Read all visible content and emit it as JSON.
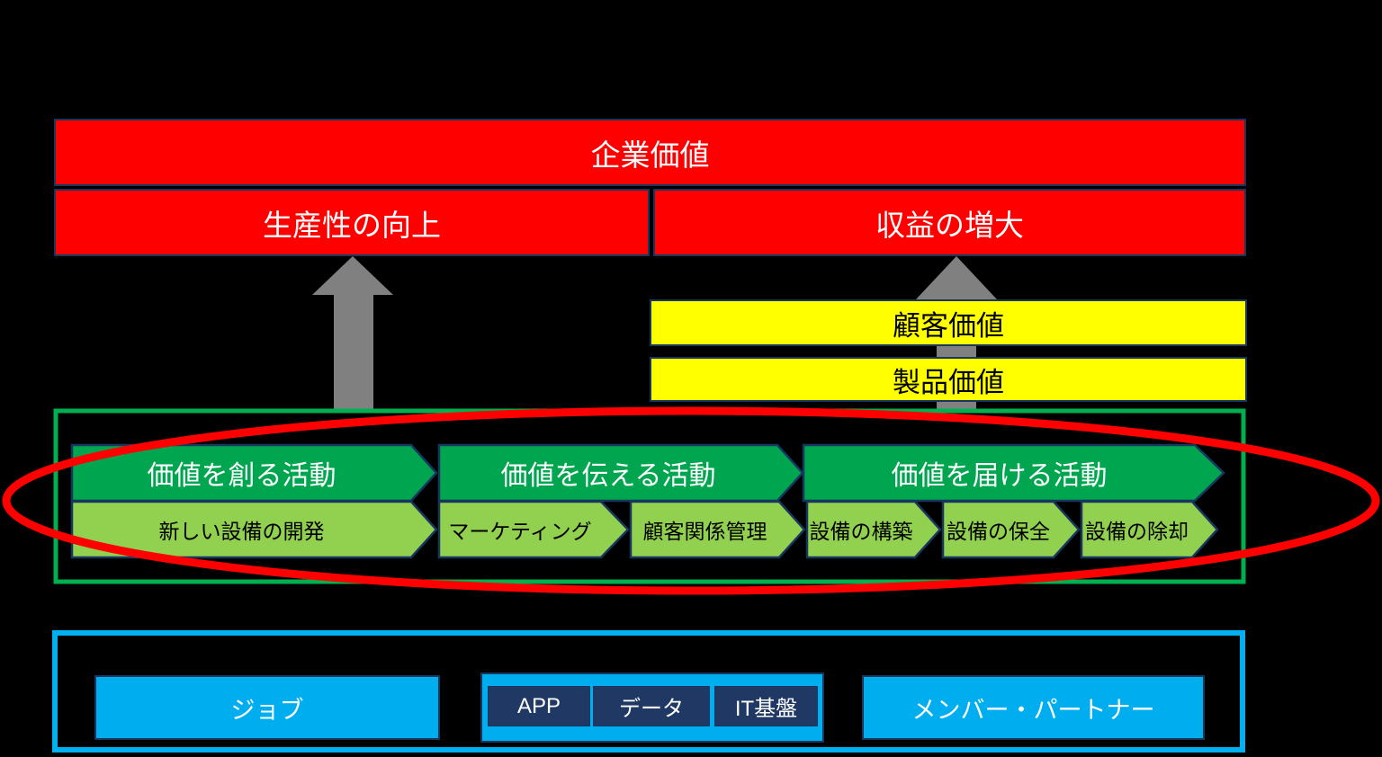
{
  "colors": {
    "background": "#000000",
    "goal_red": "#FF0000",
    "value_yellow": "#FFFF00",
    "activity_dark_green": "#00A64F",
    "activity_light_green": "#92D050",
    "activities_border_green": "#00B050",
    "arrow_gray": "#808080",
    "shape_border_navy": "#17375E",
    "foundation_light_blue": "#00AEEF",
    "foundation_border_blue": "#00B0F0",
    "it_navy": "#1F3864",
    "highlight_ellipse_red": "#FF0000"
  },
  "goals": {
    "corporate_value": "企業価値",
    "productivity": "生産性の向上",
    "revenue_growth": "収益の増大"
  },
  "values": {
    "customer_value": "顧客価値",
    "product_value": "製品価値"
  },
  "activities": {
    "main": [
      {
        "label": "価値を創る活動",
        "sub": [
          "新しい設備の開発"
        ]
      },
      {
        "label": "価値を伝える活動",
        "sub": [
          "マーケティング",
          "顧客関係管理"
        ]
      },
      {
        "label": "価値を届ける活動",
        "sub": [
          "設備の構築",
          "設備の保全",
          "設備の除却"
        ]
      }
    ]
  },
  "foundation": {
    "job": "ジョブ",
    "it_stack": [
      "APP",
      "データ",
      "IT基盤"
    ],
    "members": "メンバー・パートナー"
  }
}
